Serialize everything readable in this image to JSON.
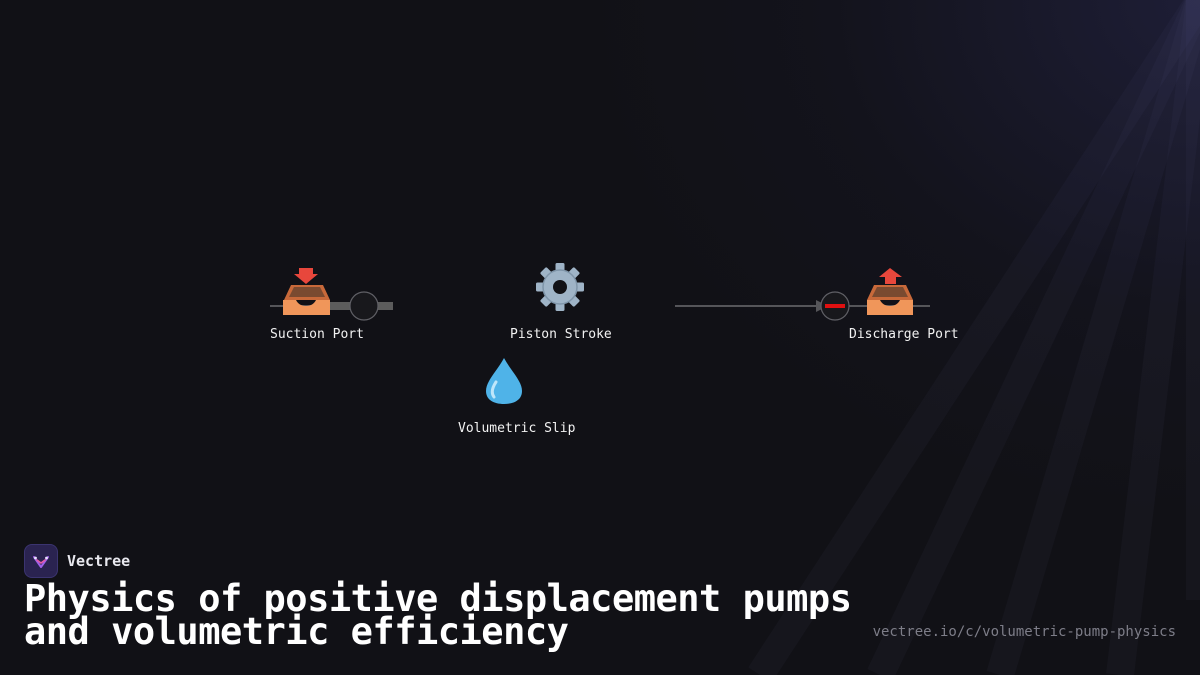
{
  "diagram": {
    "nodes": {
      "suction": {
        "label": "Suction Port",
        "icon": "inbox-down-arrow-icon"
      },
      "piston": {
        "label": "Piston Stroke",
        "icon": "gear-icon"
      },
      "discharge": {
        "label": "Discharge Port",
        "icon": "outbox-up-arrow-icon"
      },
      "slip": {
        "label": "Volumetric Slip",
        "icon": "water-drop-icon"
      }
    },
    "colors": {
      "line": "#555559",
      "pipe": "#5c5c5c",
      "valve_marker": "#e01010",
      "tray": "#f0965a",
      "arrow": "#e8473c",
      "gear": "#9fb4c7",
      "drop": "#4fb3e8"
    }
  },
  "brand": {
    "name": "Vectree"
  },
  "title": "Physics of positive displacement pumps and volumetric efficiency",
  "url": "vectree.io/c/volumetric-pump-physics"
}
